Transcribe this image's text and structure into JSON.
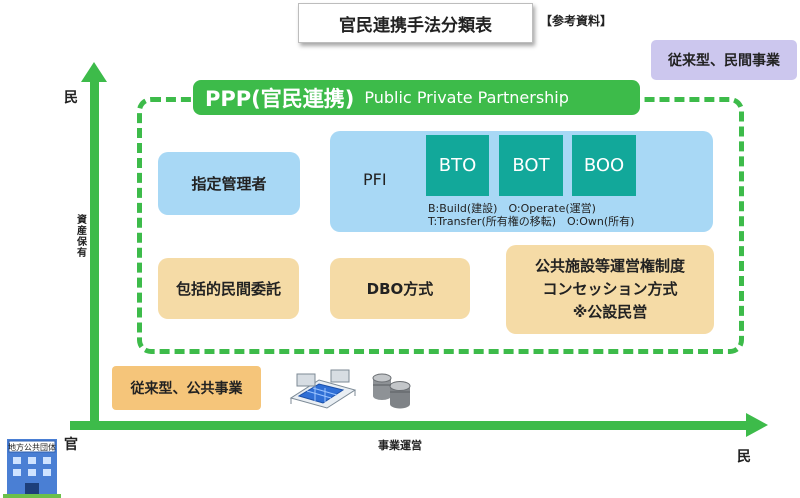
{
  "title": "官民連携手法分類表",
  "reference_note": "【参考資料】",
  "axes": {
    "y_top": "民",
    "y_label": "資産保有",
    "origin": "官",
    "x_label": "事業運営",
    "x_right": "民"
  },
  "conventional_private": "従来型、民間事業",
  "conventional_public": "従来型、公共事業",
  "ppp": {
    "title": "PPP(官民連携)",
    "subtitle": "Public Private Partnership"
  },
  "boxes": {
    "designated_manager": "指定管理者",
    "pfi": "PFI",
    "bto": "BTO",
    "bot": "BOT",
    "boo": "BOO",
    "legend_line1": "B:Build(建設)　O:Operate(運営)",
    "legend_line2": "T:Transfer(所有権の移転)　O:Own(所有)",
    "comprehensive": "包括的民間委託",
    "dbo": "DBO方式",
    "concession_line1": "公共施設等運営権制度",
    "concession_line2": "コンセッション方式",
    "concession_line3": "※公設民営"
  },
  "icons": {
    "government_building": "government-building-icon",
    "building_sign": "地方公共団体",
    "water_facility": "water-treatment-plant-icon",
    "storage_tanks": "storage-tanks-icon"
  },
  "colors": {
    "green": "#3dbb4a",
    "blue_box": "#a8d8f5",
    "teal": "#12a89a",
    "orange_box": "#f5dba6",
    "purple_box": "#ccc7ee",
    "public_box": "#f5c57a"
  }
}
